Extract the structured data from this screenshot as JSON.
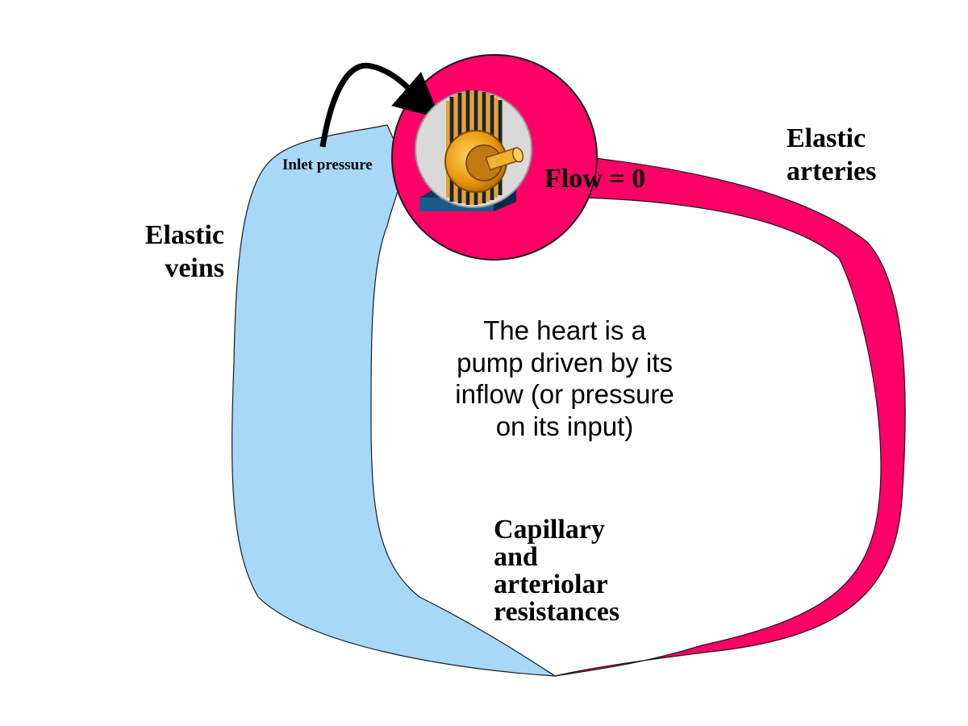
{
  "labels": {
    "elastic_veins": "Elastic\nveins",
    "elastic_arteries": "Elastic\narteries",
    "inlet_pressure": "Inlet pressure",
    "flow": "Flow = 0",
    "center_text": "The heart is a\npump driven by its\ninflow (or pressure\non its input)",
    "capillary": "Capillary\nand\narteriolar\nresistances"
  },
  "colors": {
    "veins": "#a8d8f8",
    "arteries": "#ff0066",
    "heart": "#ff0066",
    "arrow": "#000000",
    "outline": "#1a1a1a"
  },
  "icons": {
    "pump": "electric-motor-icon"
  }
}
